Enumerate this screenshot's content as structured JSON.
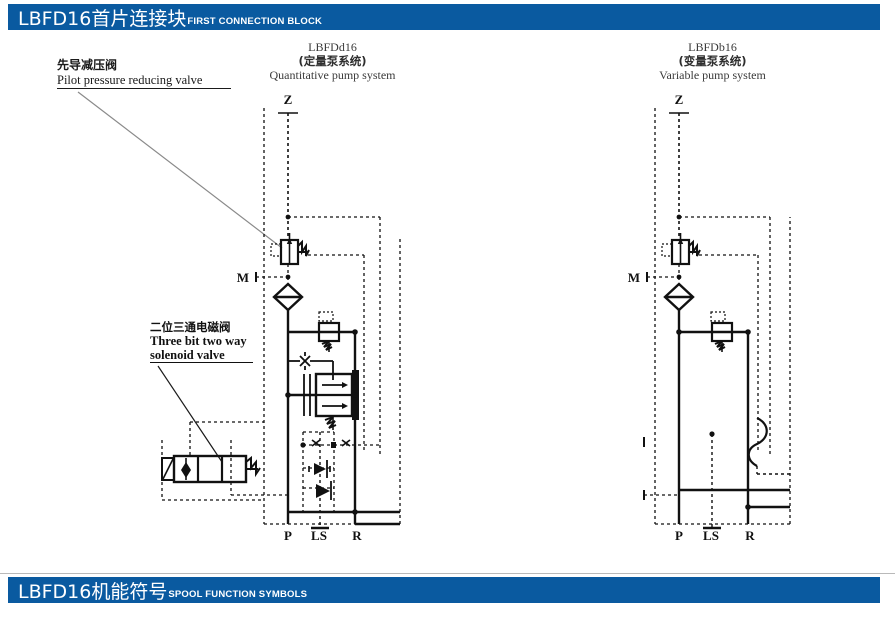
{
  "header": {
    "cn_title": "LBFD16首片连接块",
    "en_title": "FIRST CONNECTION BLOCK",
    "bar_color": "#0a5aa0"
  },
  "footer": {
    "cn_title": "LBFD16机能符号",
    "en_title": "SPOOL FUNCTION  SYMBOLS",
    "bar_color": "#0a5aa0"
  },
  "diagrams": {
    "left": {
      "model": "LBFDd16",
      "cn_system": "(定量泵系统)",
      "en_system": "Quantitative pump system",
      "ports": {
        "z": "Z",
        "m": "M",
        "p": "P",
        "ls": "LS",
        "r": "R"
      }
    },
    "right": {
      "model": "LBFDb16",
      "cn_system": "(变量泵系统)",
      "en_system": "Variable pump system",
      "ports": {
        "z": "Z",
        "m": "M",
        "p": "P",
        "ls": "LS",
        "r": "R"
      }
    }
  },
  "callouts": {
    "pilot_valve": {
      "cn": "先导减压阀",
      "en": "Pilot pressure reducing valve"
    },
    "solenoid_valve": {
      "cn": "二位三通电磁阀",
      "en_line1": "Three bit two way",
      "en_line2": "solenoid valve"
    }
  },
  "colors": {
    "accent_blue": "#0a5aa0",
    "line_black": "#111111",
    "rule_gray": "#b9b9b9",
    "leader_gray": "#808080"
  }
}
